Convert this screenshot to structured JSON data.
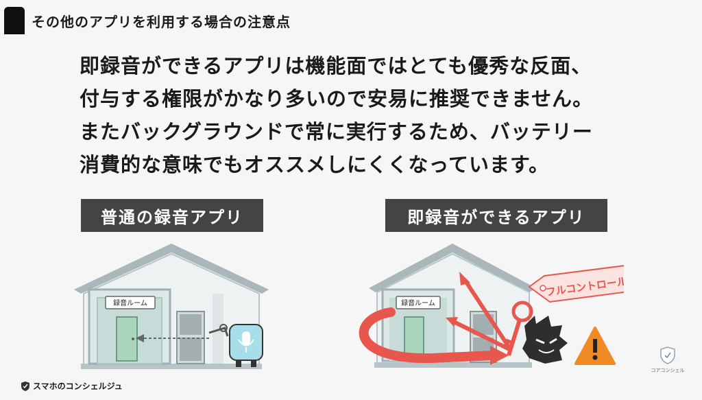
{
  "header": {
    "title": "その他のアプリを利用する場合の注意点"
  },
  "body": {
    "lines": [
      "即録音ができるアプリは機能面ではとても優秀な反面、",
      "付与する権限がかなり多いので安易に推奨できません。",
      "またバックグラウンドで常に実行するため、バッテリー",
      "消費的な意味でもオススメしにくくなっています。"
    ]
  },
  "left_panel": {
    "label": "普通の録音アプリ",
    "room_sign": "録音ルーム"
  },
  "right_panel": {
    "label": "即録音ができるアプリ",
    "room_sign": "録音ルーム",
    "key_tag": "フルコントロール"
  },
  "footer": {
    "brand": "スマホのコンシェルジュ",
    "logo_caption": "コアコンシェル"
  },
  "colors": {
    "accent_red": "#e8574d",
    "label_bg": "#444444",
    "warning": "#f08a24",
    "house_blue": "#c8d8dc"
  }
}
